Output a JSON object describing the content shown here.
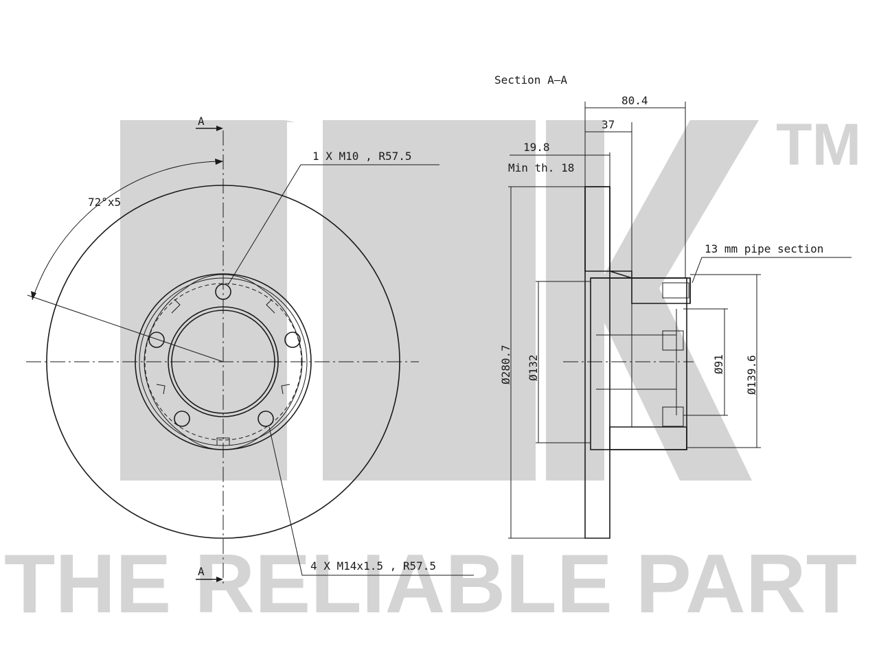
{
  "watermark": {
    "brand": "NK",
    "trademark": "TM",
    "slogan": "THE RELIABLE PART"
  },
  "section_title": "Section A–A",
  "section_marks": [
    "A",
    "A"
  ],
  "annotations": {
    "angle": "72°x5",
    "top_hole": "1 X M10 , R57.5",
    "bolt_holes": "4 X M14x1.5 , R57.5",
    "pipe": "13 mm pipe section"
  },
  "dimensions": {
    "overall_width": "80.4",
    "hub_depth": "37",
    "disc_thickness": "19.8",
    "min_thickness": "Min th. 18",
    "disc_diameter": "Ø280.7",
    "hub_diameter": "Ø132",
    "bore_diameter": "Ø91",
    "bolt_circle": "Ø139.6"
  },
  "colors": {
    "line": "#1a1a1a",
    "watermark": "#d4d4d4"
  }
}
